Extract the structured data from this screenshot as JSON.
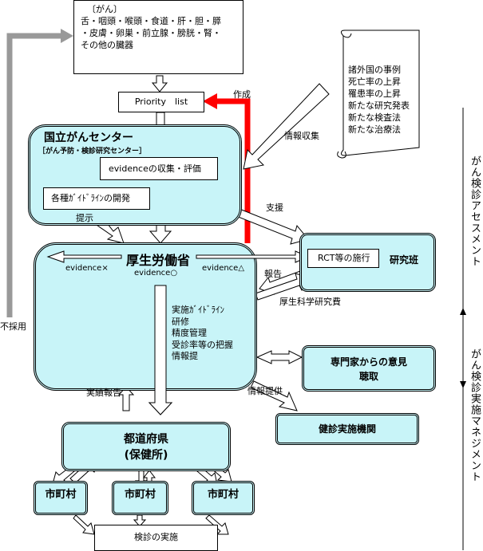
{
  "organs_box": {
    "lines": [
      "〔がん〕",
      "舌・咽頭・喉頭・食道・肝・胆・膵",
      "・皮膚・卵巣・前立腺・膀胱・腎・",
      "その他の臓器"
    ]
  },
  "priority_list": "Priority　list",
  "created_label": "作成",
  "rejected_label": "不採用",
  "scroll": {
    "lines": [
      "諸外国の事例",
      "死亡率の上昇",
      "罹患率の上昇",
      "新たな研究発表",
      "新たな検査法",
      "新たな治療法"
    ]
  },
  "info_collect_label": "情報収集",
  "ncc": {
    "title": "国立がんセンター",
    "subtitle": "［がん予防・検診研究センター］",
    "evidence_box": "evidenceの収集・評価",
    "guideline_box": "各種ｶﾞｲﾄﾞﾗｲﾝの開発"
  },
  "present_label": "提示",
  "support_label": "支援",
  "mhlw": {
    "title": "厚生労働省",
    "ev_x": "evidence×",
    "ev_o": "evidence○",
    "ev_t": "evidence△",
    "items": [
      "実施ｶﾞｲﾄﾞﾗｲﾝ",
      "研修",
      "精度管理",
      "受診率等の把握",
      "情報提"
    ]
  },
  "research": {
    "rct": "RCT等の施行",
    "title": "研究班"
  },
  "report_label": "報告",
  "grant_label": "厚生科学研究費",
  "experts": {
    "lines": [
      "専門家からの意見",
      "聴取"
    ]
  },
  "info_provide_label": "情報提供",
  "screening_org": "健診実施機関",
  "results_report_label": "実績報告",
  "prefecture": {
    "lines": [
      "都道府県",
      "(保健所)"
    ]
  },
  "municipalities": [
    "市町村",
    "市町村",
    "市町村"
  ],
  "screening": "検診の実施",
  "side": {
    "assessment": "がん検診アセスメント",
    "management": "がん検診実施マネジメント"
  },
  "colors": {
    "box_fill": "#c8f4f8",
    "red_arrow": "#ff0000",
    "gray_arrow": "#999999"
  }
}
